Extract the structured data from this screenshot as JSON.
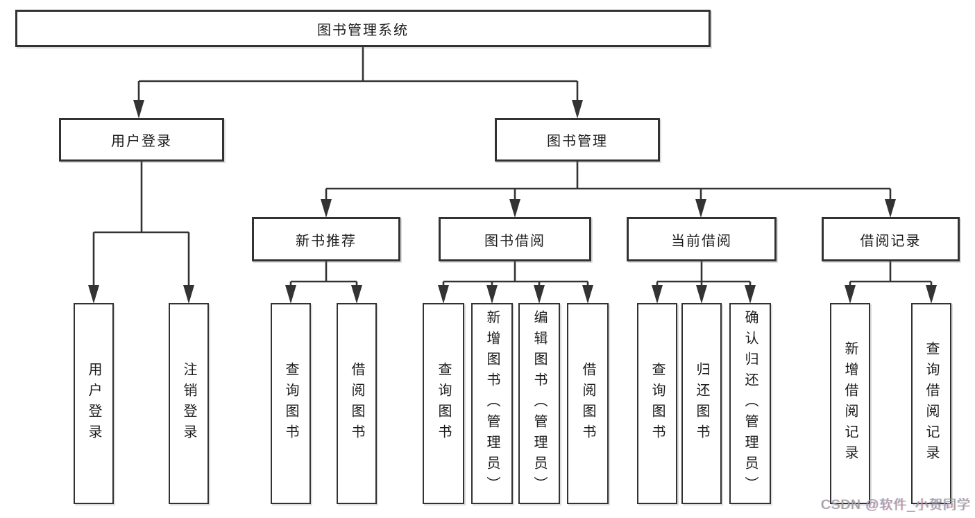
{
  "diagram": {
    "root": {
      "label": "图书管理系统"
    },
    "level2": [
      {
        "label": "用户登录"
      },
      {
        "label": "图书管理"
      }
    ],
    "level3": [
      {
        "label": "新书推荐"
      },
      {
        "label": "图书借阅"
      },
      {
        "label": "当前借阅"
      },
      {
        "label": "借阅记录"
      }
    ],
    "leaf_groups": [
      {
        "parent": "用户登录",
        "items": [
          "用户登录",
          "注销登录"
        ]
      },
      {
        "parent": "新书推荐",
        "items": [
          "查询图书",
          "借阅图书"
        ]
      },
      {
        "parent": "图书借阅",
        "items": [
          "查询图书",
          "新增图书（管理员）",
          "编辑图书（管理员）",
          "借阅图书"
        ]
      },
      {
        "parent": "当前借阅",
        "items": [
          "查询图书",
          "归还图书",
          "确认归还（管理员）"
        ]
      },
      {
        "parent": "借阅记录",
        "items": [
          "新增借阅记录",
          "查询借阅记录"
        ]
      }
    ],
    "colors": {
      "line": "#333333",
      "box_border": "#323232",
      "text": "#1c1c1c",
      "watermark": "#a2a2a4",
      "background": "#ffffff"
    }
  },
  "watermark": {
    "text": "CSDN @软件_小贺同学"
  }
}
